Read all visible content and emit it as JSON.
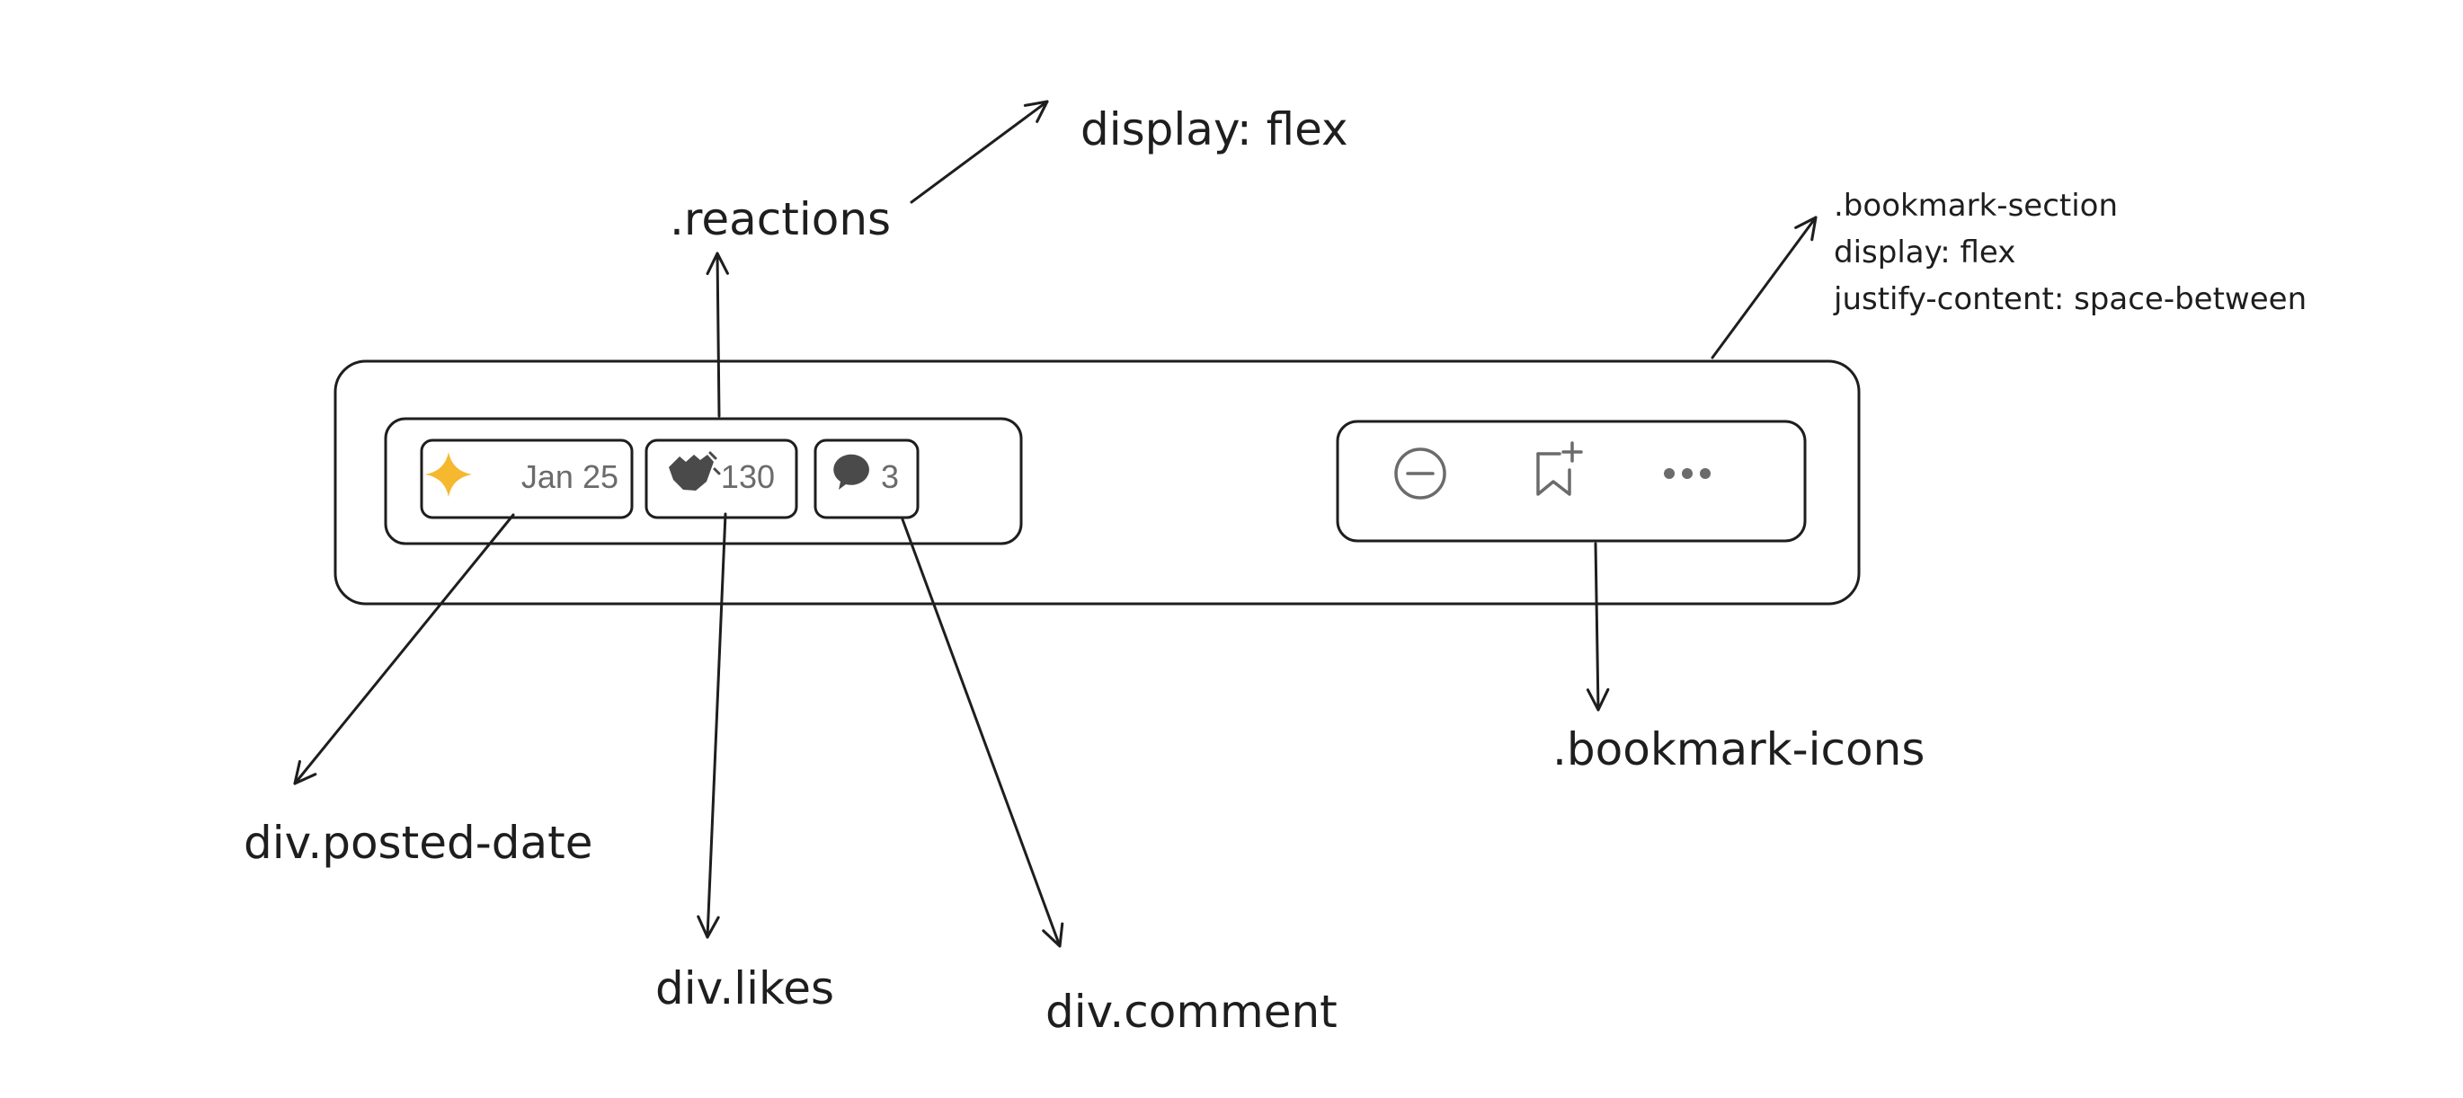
{
  "labels": {
    "reactions": ".reactions",
    "display_flex": "display: flex",
    "bookmark_section_lines": [
      ".bookmark-section",
      "display: flex",
      "justify-content: space-between"
    ],
    "bookmark_icons": ".bookmark-icons",
    "posted_date": "div.posted-date",
    "likes": "div.likes",
    "comment": "div.comment"
  },
  "ui": {
    "date_text": "Jan 25",
    "likes_count": "130",
    "comment_count": "3"
  },
  "icons": {
    "posted_date_icon": "sparkle-icon",
    "likes_icon": "clap-icon",
    "comment_icon": "speech-bubble-icon",
    "remove_icon": "minus-circle-icon",
    "bookmark_icon": "bookmark-add-icon",
    "more_icon": "more-dots-icon"
  },
  "colors": {
    "stroke": "#1e1e1e",
    "ui_text": "#6b6b6b",
    "sparkle": "#f5b82e"
  }
}
